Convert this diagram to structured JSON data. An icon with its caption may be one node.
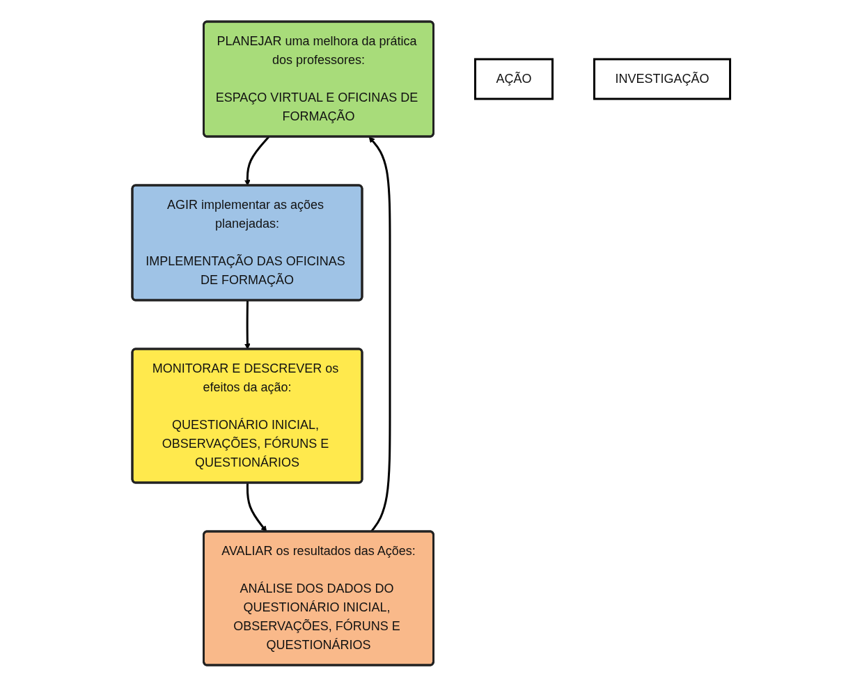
{
  "diagram": {
    "nodes": [
      {
        "text": [
          "PLANEJAR uma melhora da prática dos professores:",
          "ESPAÇO VIRTUAL E OFICINAS DE FORMAÇÃO"
        ]
      },
      {
        "text": [
          "AÇÃO"
        ]
      },
      {
        "text": [
          "AGIR implementar as ações planejadas:",
          "IMPLEMENTAÇÃO DAS OFICINAS DE FORMAÇÃO"
        ]
      },
      {
        "text": [
          "AVALIAR os resultados das Ações:",
          "ANÁLISE DOS DADOS DO QUESTIONÁRIO INICIAL, OBSERVAÇÕES, FÓRUNS E QUESTIONÁRIOS"
        ]
      },
      {
        "text": [
          "MONITORAR E DESCREVER os efeitos da ação:",
          "QUESTIONÁRIO INICIAL, OBSERVAÇÕES, FÓRUNS E QUESTIONÁRIOS"
        ]
      },
      {
        "text": [
          "INVESTIGAÇÃO"
        ]
      }
    ],
    "edges": [
      {
        "from": 0,
        "to": 2,
        "arrow": "to"
      },
      {
        "from": 2,
        "to": 4,
        "arrow": "to"
      },
      {
        "from": 4,
        "to": 3,
        "arrow": "to"
      },
      {
        "from": 3,
        "to": 0,
        "arrow": "to"
      }
    ]
  }
}
